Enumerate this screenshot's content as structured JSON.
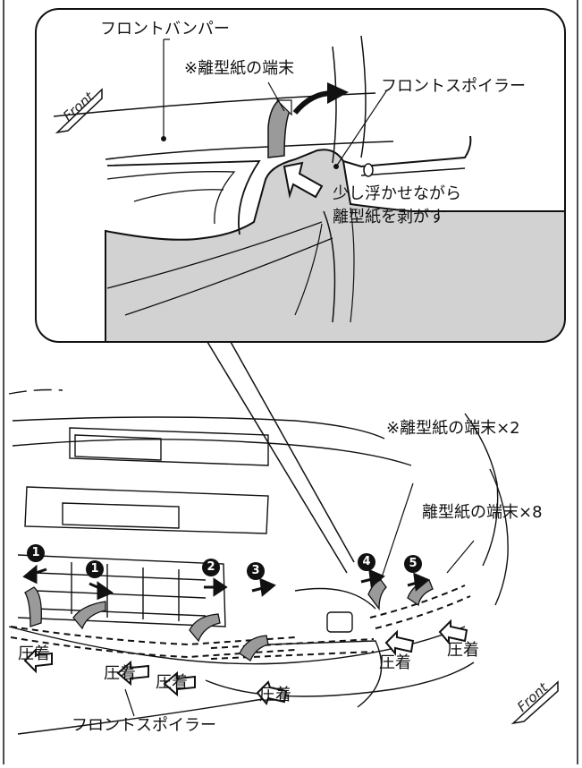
{
  "labels": {
    "front_bumper": "フロントバンパー",
    "release_tip": "※離型紙の端末",
    "front_spoiler_top": "フロントスポイラー",
    "peel_line1": "少し浮かせながら",
    "peel_line2": "離型紙を剥がす",
    "release_tip_x2": "※離型紙の端末×2",
    "release_tip_x8": "離型紙の端末×8",
    "front_spoiler_bottom": "フロントスポイラー",
    "press": "圧着",
    "front": "Front"
  },
  "steps": [
    "1",
    "1",
    "2",
    "3",
    "4",
    "5"
  ],
  "colors": {
    "line": "#111111",
    "gray_fill": "#d2d2d2",
    "tab_fill": "#9a9a9a"
  }
}
